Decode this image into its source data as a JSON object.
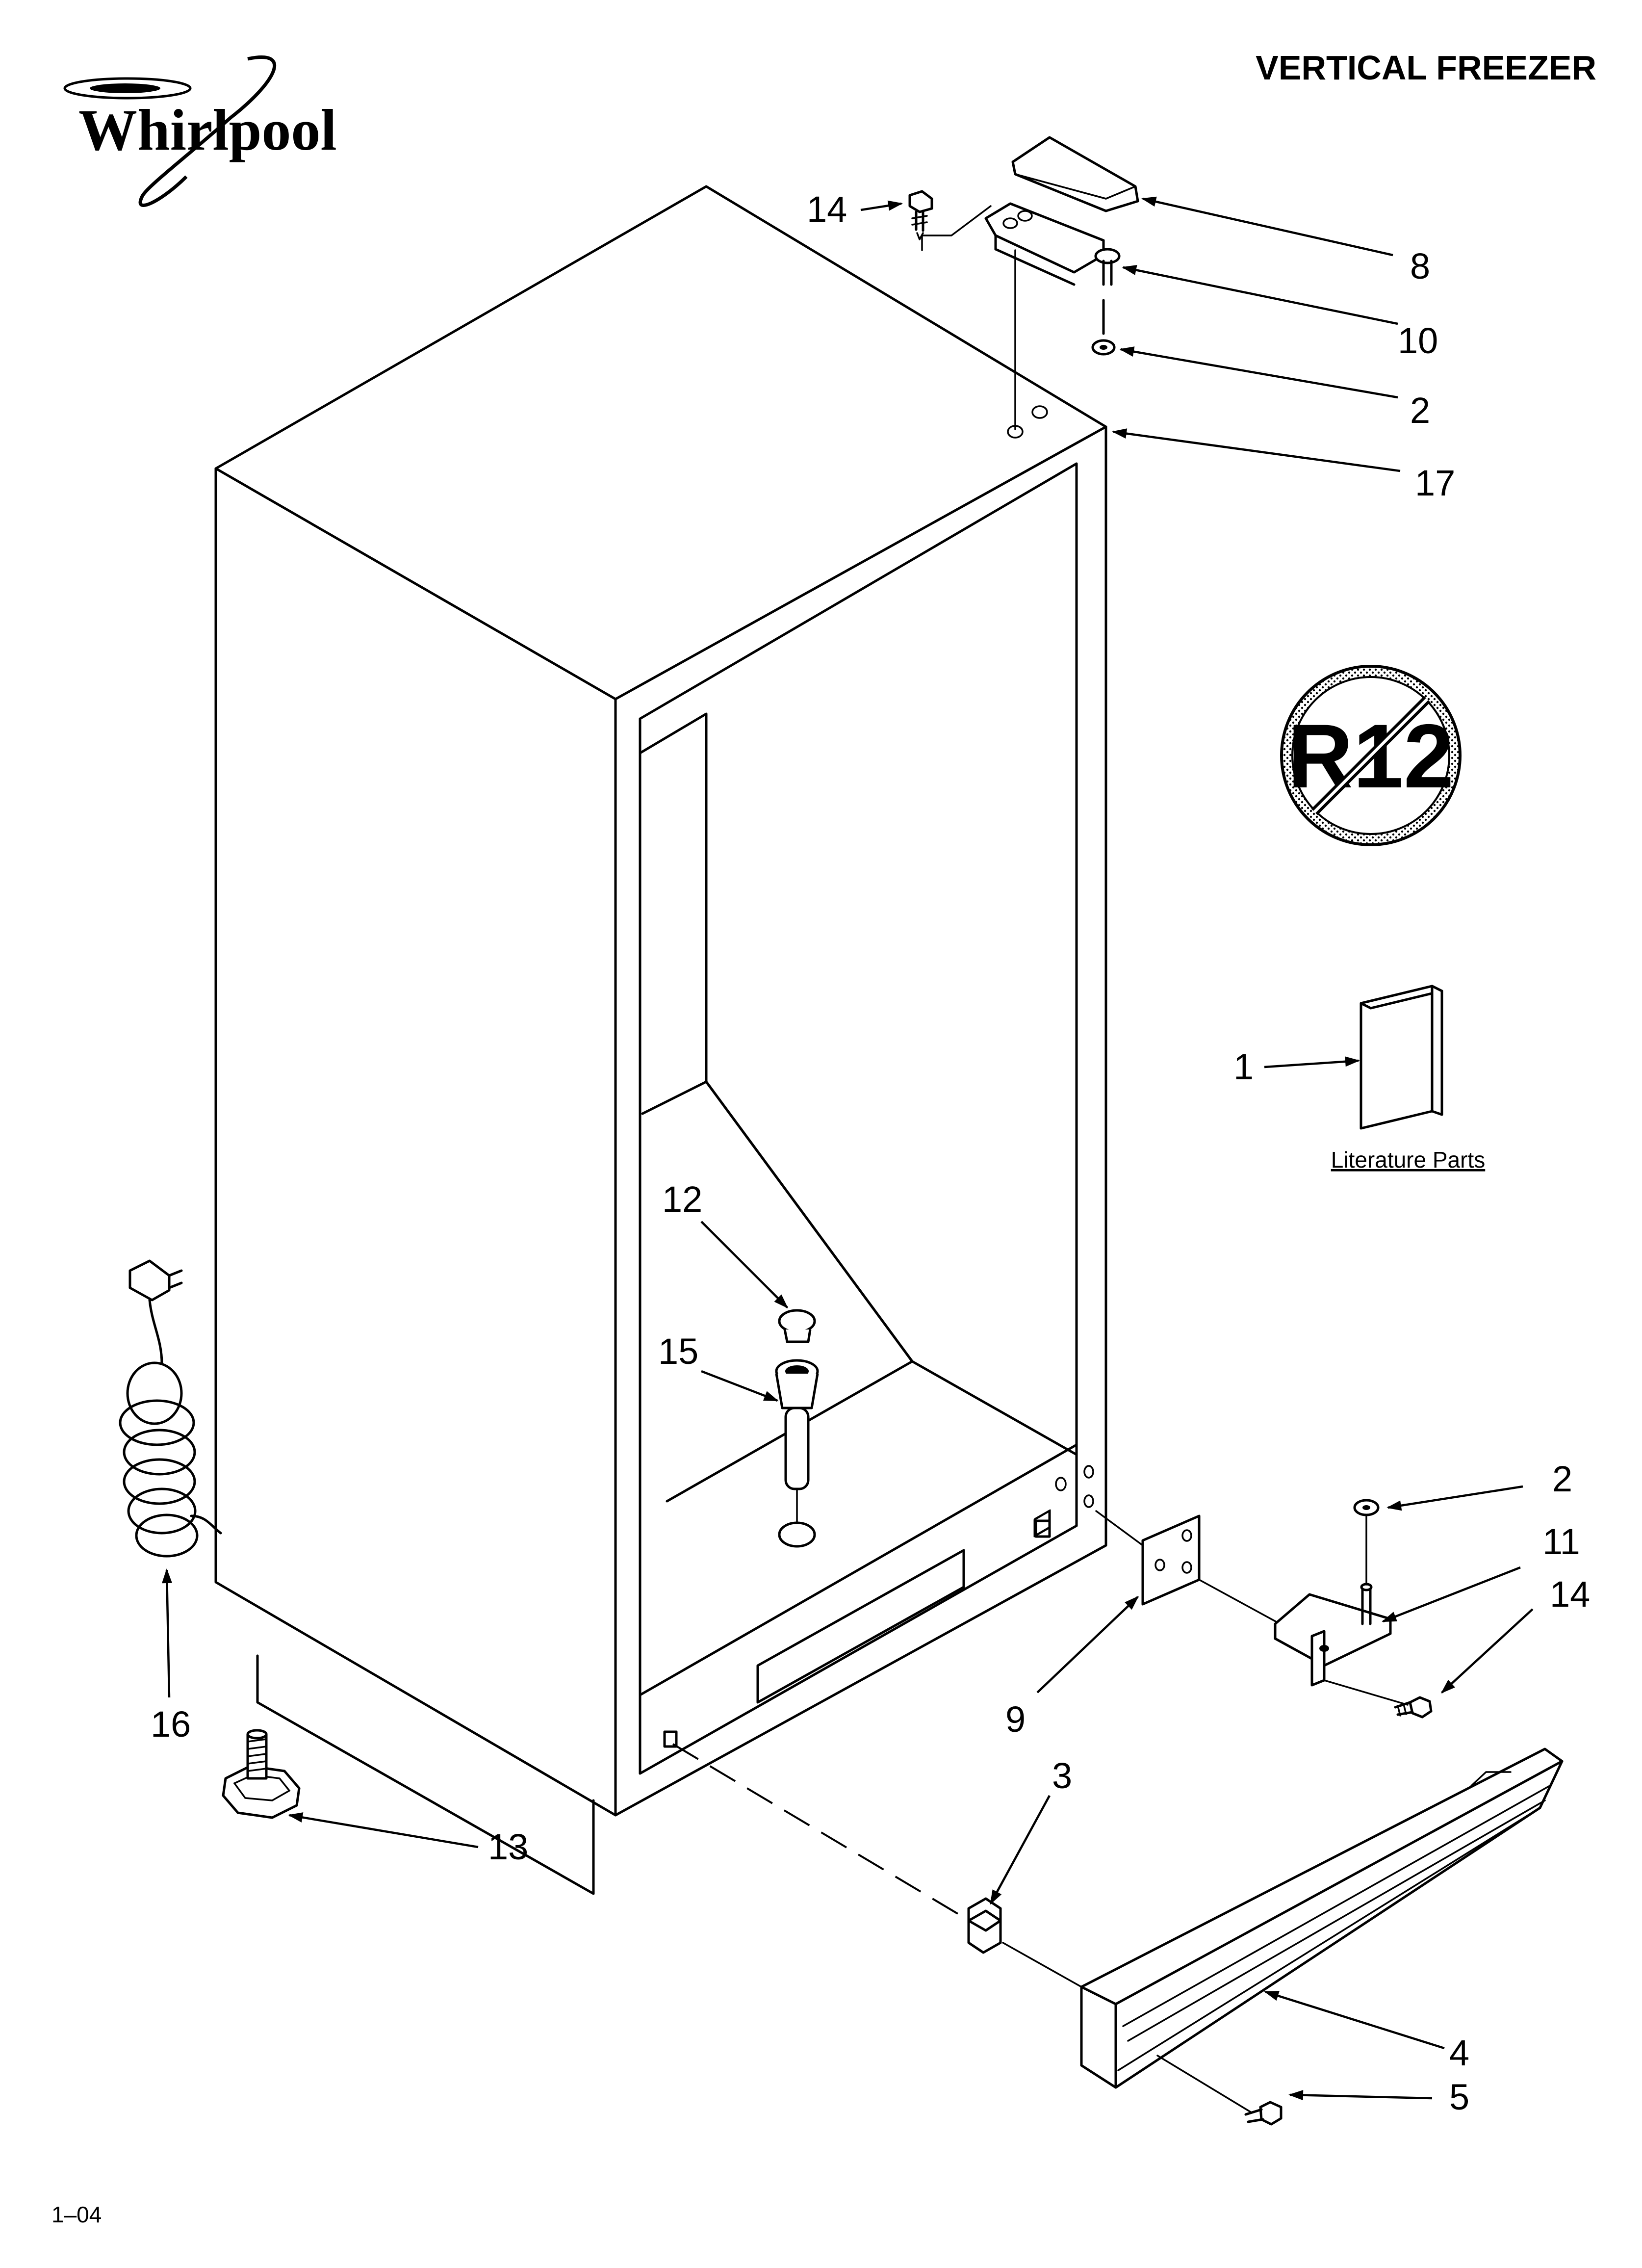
{
  "header": {
    "brand": "Whirlpool",
    "title": "VERTICAL FREEZER"
  },
  "footer": {
    "code": "1–04"
  },
  "badge": {
    "text": "R12"
  },
  "literature": {
    "label": "Literature Parts"
  },
  "callouts": [
    {
      "id": "c14a",
      "text": "14"
    },
    {
      "id": "c8",
      "text": "8"
    },
    {
      "id": "c10",
      "text": "10"
    },
    {
      "id": "c2a",
      "text": "2"
    },
    {
      "id": "c17",
      "text": "17"
    },
    {
      "id": "c1",
      "text": "1"
    },
    {
      "id": "c12",
      "text": "12"
    },
    {
      "id": "c15",
      "text": "15"
    },
    {
      "id": "c16",
      "text": "16"
    },
    {
      "id": "c13",
      "text": "13"
    },
    {
      "id": "c2b",
      "text": "2"
    },
    {
      "id": "c11",
      "text": "11"
    },
    {
      "id": "c14b",
      "text": "14"
    },
    {
      "id": "c9",
      "text": "9"
    },
    {
      "id": "c3",
      "text": "3"
    },
    {
      "id": "c4",
      "text": "4"
    },
    {
      "id": "c5",
      "text": "5"
    }
  ]
}
